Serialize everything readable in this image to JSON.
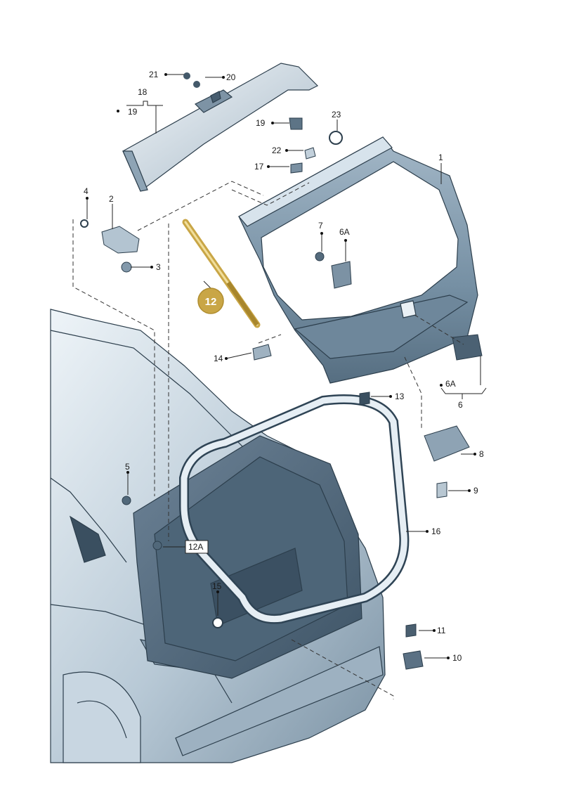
{
  "diagram": {
    "labels": {
      "p1": "1",
      "p2": "2",
      "p3": "3",
      "p4": "4",
      "p5": "5",
      "p6": "6",
      "p6a_top": "6A",
      "p6a_bottom": "6A",
      "p7": "7",
      "p8": "8",
      "p9": "9",
      "p10": "10",
      "p11": "11",
      "p12": "12",
      "p12a": "12A",
      "p13": "13",
      "p14": "14",
      "p15": "15",
      "p16": "16",
      "p17": "17",
      "p18": "18",
      "p19_top": "19",
      "p19_right": "19",
      "p20": "20",
      "p21": "21",
      "p22": "22",
      "p23": "23"
    },
    "colors": {
      "body_light": "#dde8f0",
      "body_mid": "#a9bccb",
      "body_dark": "#5f7688",
      "hatch_panel": "#7e95a8",
      "highlight": "#c9a646",
      "highlight_text": "#ffffff",
      "ink": "#1a1a1a"
    }
  }
}
